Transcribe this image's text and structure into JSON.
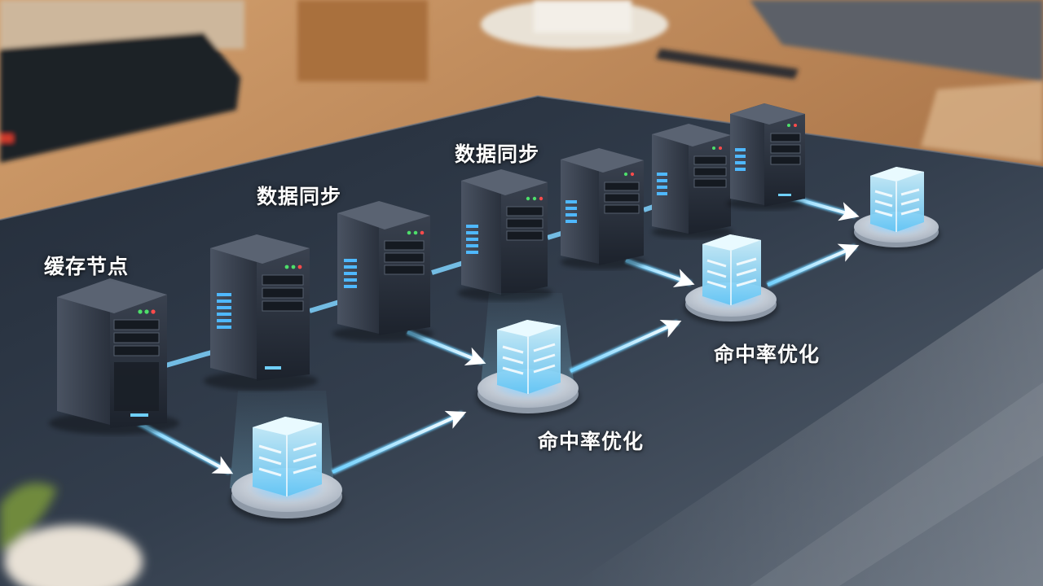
{
  "labels": {
    "cache_node": "缓存节点",
    "data_sync_1": "数据同步",
    "data_sync_2": "数据同步",
    "hit_rate_1": "命中率优化",
    "hit_rate_2": "命中率优化"
  }
}
